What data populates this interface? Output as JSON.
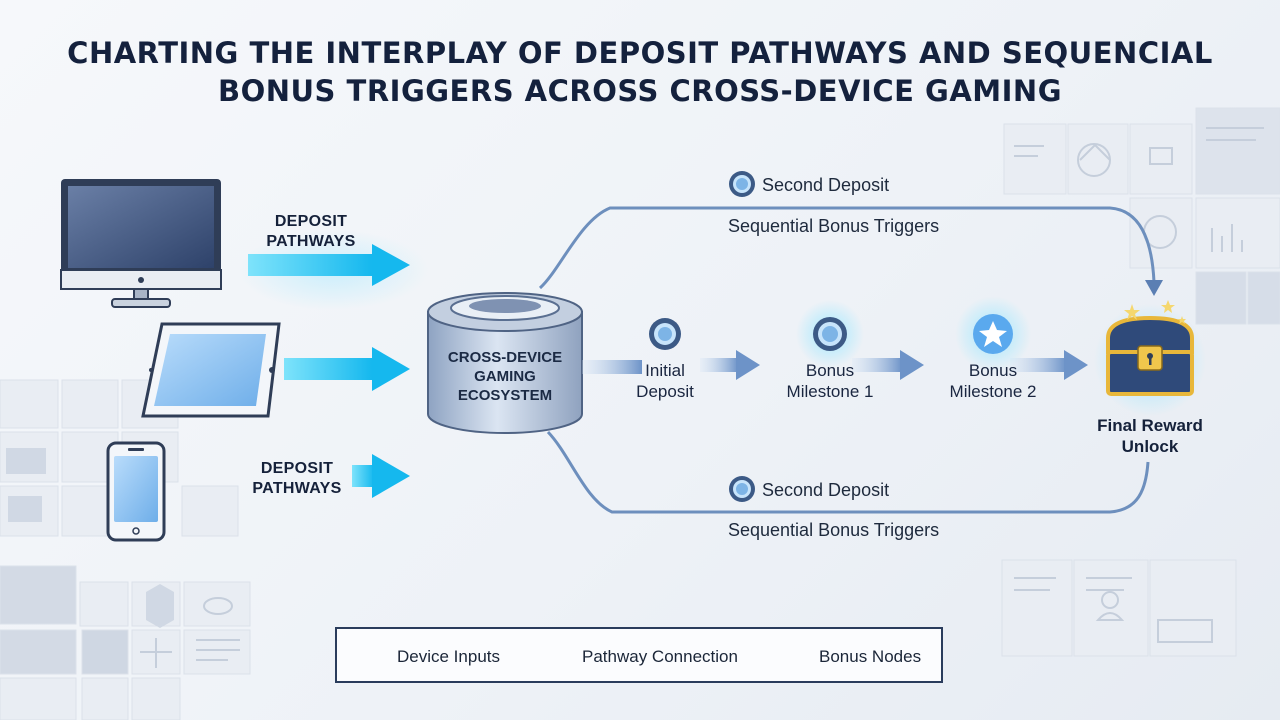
{
  "title_line1": "CHARTING THE INTERPLAY OF DEPOSIT PATHWAYS AND SEQUENCIAL",
  "title_line2": "BONUS TRIGGERS ACROSS CROSS-DEVICE GAMING",
  "deposit_pathways_top": "DEPOSIT\nPATHWAYS",
  "deposit_pathways_bottom": "DEPOSIT\nPATHWAYS",
  "ecosystem_label": "CROSS-DEVICE\nGAMING\nECOSYSTEM",
  "upper_branch": {
    "node": "Second Deposit",
    "caption": "Sequential Bonus Triggers"
  },
  "lower_branch": {
    "node": "Second Deposit",
    "caption": "Sequential Bonus Triggers"
  },
  "flow_nodes": [
    {
      "label": "Initial\nDeposit"
    },
    {
      "label": "Bonus\nMilestone 1"
    },
    {
      "label": "Bonus\nMilestone 2"
    }
  ],
  "final_reward": "Final Reward\nUnlock",
  "legend": {
    "device_inputs": "Device Inputs",
    "pathway_connection": "Pathway Connection",
    "bonus_nodes": "Bonus Nodes"
  },
  "colors": {
    "navy": "#14213d",
    "arrow_cyan": "#23c6f2",
    "flow_blue": "#5b86c0",
    "gold": "#e8b73a"
  }
}
